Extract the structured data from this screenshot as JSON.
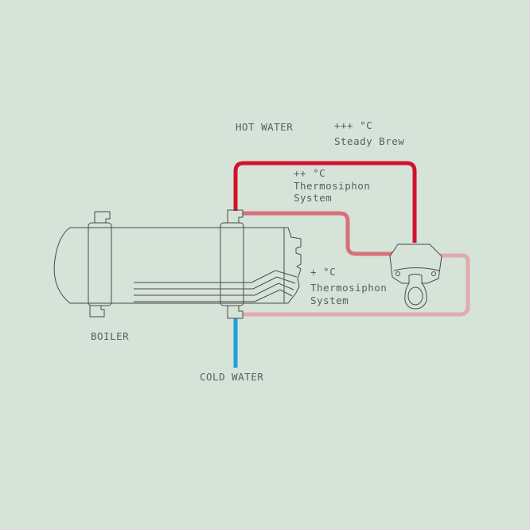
{
  "labels": {
    "hot_water": "HOT WATER",
    "steady_brew_temp": "+++ °C",
    "steady_brew": "Steady Brew",
    "thermo2_temp": "++ °C",
    "thermo2_line1": "Thermosiphon",
    "thermo2_line2": "System",
    "thermo1_temp": "+ °C",
    "thermo1_line1": "Thermosiphon",
    "thermo1_line2": "System",
    "boiler": "BOILER",
    "cold_water": "COLD WATER"
  },
  "colors": {
    "background": "#d5e3d8",
    "hot": "#d4112c",
    "warm": "#d8707a",
    "mild": "#e2a9ae",
    "cold": "#1ea0dc",
    "outline": "#4a4a4a"
  }
}
